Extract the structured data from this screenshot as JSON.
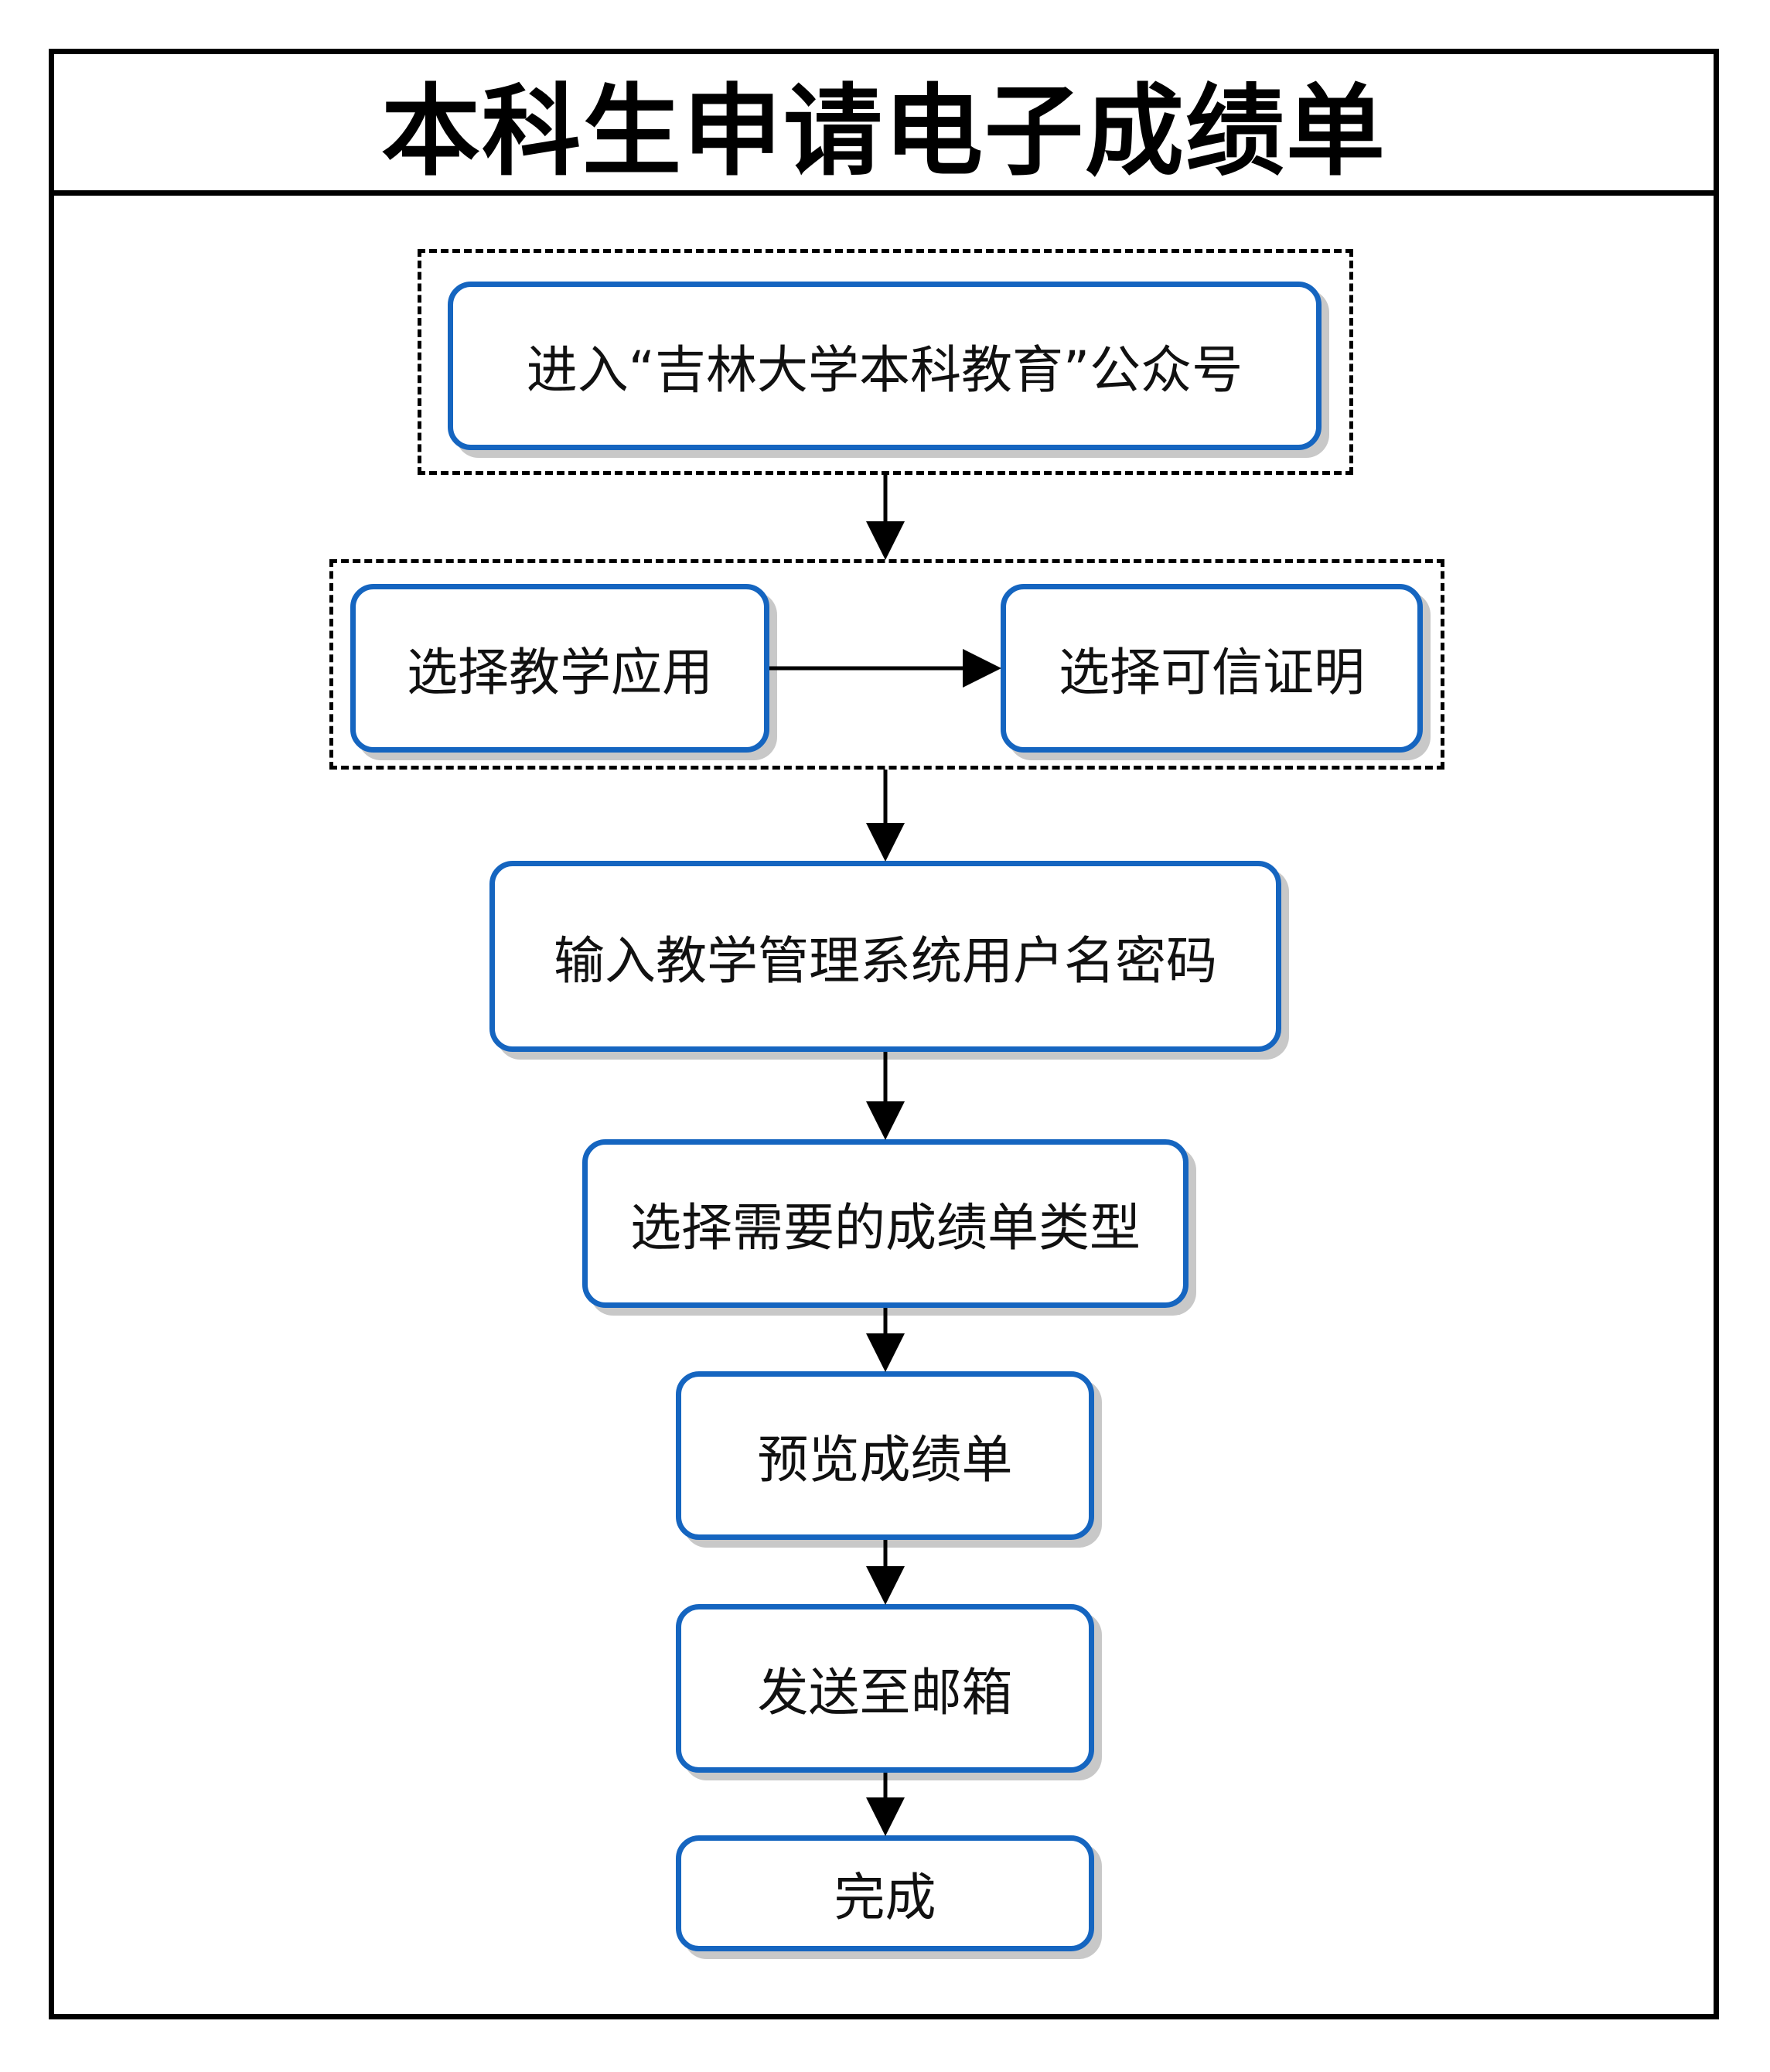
{
  "title": "本科生申请电子成绩单",
  "colors": {
    "node_border": "#1565c0",
    "frame": "#000000",
    "shadow": "#c8c8c8"
  },
  "nodes": {
    "step1": "进入“吉林大学本科教育”公众号",
    "step2a": "选择教学应用",
    "step2b": "选择可信证明",
    "step3": "输入教学管理系统用户名密码",
    "step4": "选择需要的成绩单类型",
    "step5": "预览成绩单",
    "step6": "发送至邮箱",
    "step7": "完成"
  }
}
